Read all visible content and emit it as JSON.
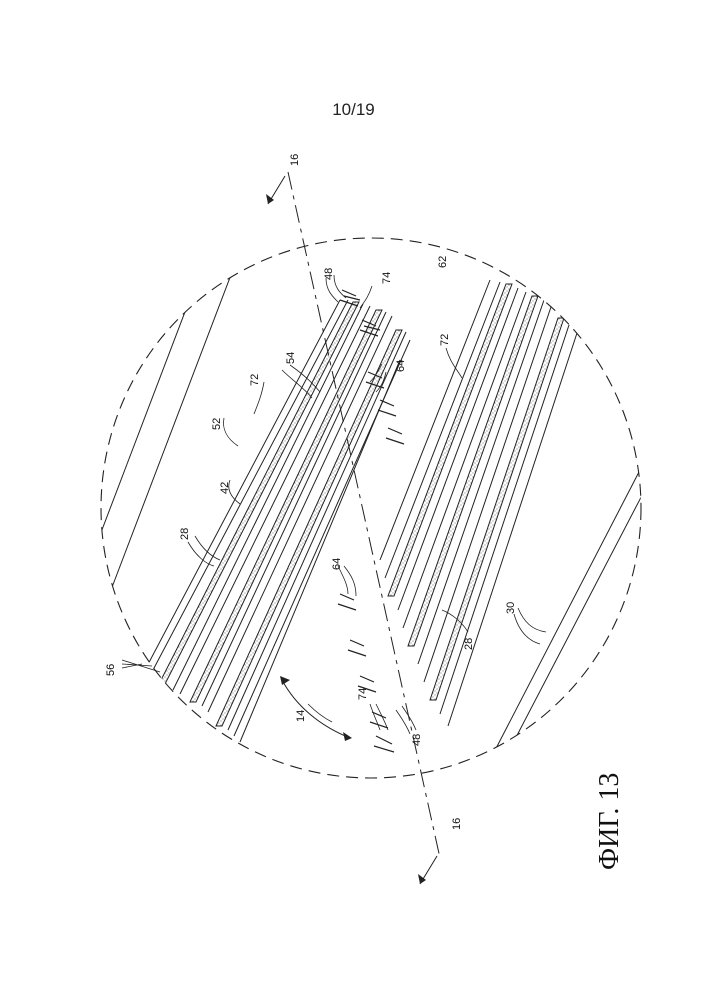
{
  "page": {
    "number": "10/19",
    "figure_label": "ФИГ. 13"
  },
  "reference_numerals": {
    "r16_top": "16",
    "r16_bottom": "16",
    "r62": "62",
    "r48_top": "48",
    "r74_top": "74",
    "r54": "54",
    "r64_upper": "64",
    "r72_upper": "72",
    "r72_right": "72",
    "r52": "52",
    "r42": "42",
    "r28_left": "28",
    "r64_lower": "64",
    "r56": "56",
    "r14": "14",
    "r74_bottom": "74",
    "r48_bottom": "48",
    "r28_bottom": "28",
    "r30": "30"
  },
  "colors": {
    "ink": "#222222",
    "stipple": "#555555"
  }
}
